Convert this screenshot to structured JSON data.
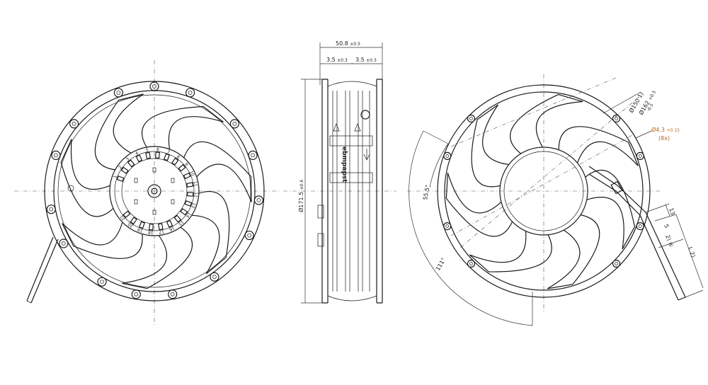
{
  "dimensions": {
    "width_total": "50.8",
    "width_total_tol": "±0.5",
    "rim_left": "3.5",
    "rim_left_tol": "±0.3",
    "rim_right": "3.5",
    "rim_right_tol": "±0.3",
    "diameter_outer": "Ø171.5",
    "diameter_outer_tol": "±0.6",
    "dia_150": "Ø150 1)",
    "dia_162": "Ø162",
    "dia_162_tol_plus": "+0.5",
    "dia_162_tol_minus": "-0.5",
    "hole": "Ø4.3",
    "hole_tol": "+0.15",
    "hole_count": "(8x)",
    "dim_55_5": "55.5°",
    "dim_111": "111°",
    "dim_13": "13",
    "dim_5": "5",
    "dim_2": "2)",
    "dim_2_circle": "④",
    "dim_l": "L",
    "dim_l2": "2)"
  },
  "labels": {
    "brand": "ebmpapst",
    "rotor_numbers": [
      "1",
      "2",
      "3",
      "4",
      "5",
      "6",
      "7",
      "8",
      "9",
      "10",
      "11",
      "12",
      "13",
      "14",
      "15",
      "16",
      "17",
      "18",
      "19",
      "20",
      "21"
    ]
  },
  "colors": {
    "line": "#1a1a1a",
    "annotation": "#b5651d"
  }
}
